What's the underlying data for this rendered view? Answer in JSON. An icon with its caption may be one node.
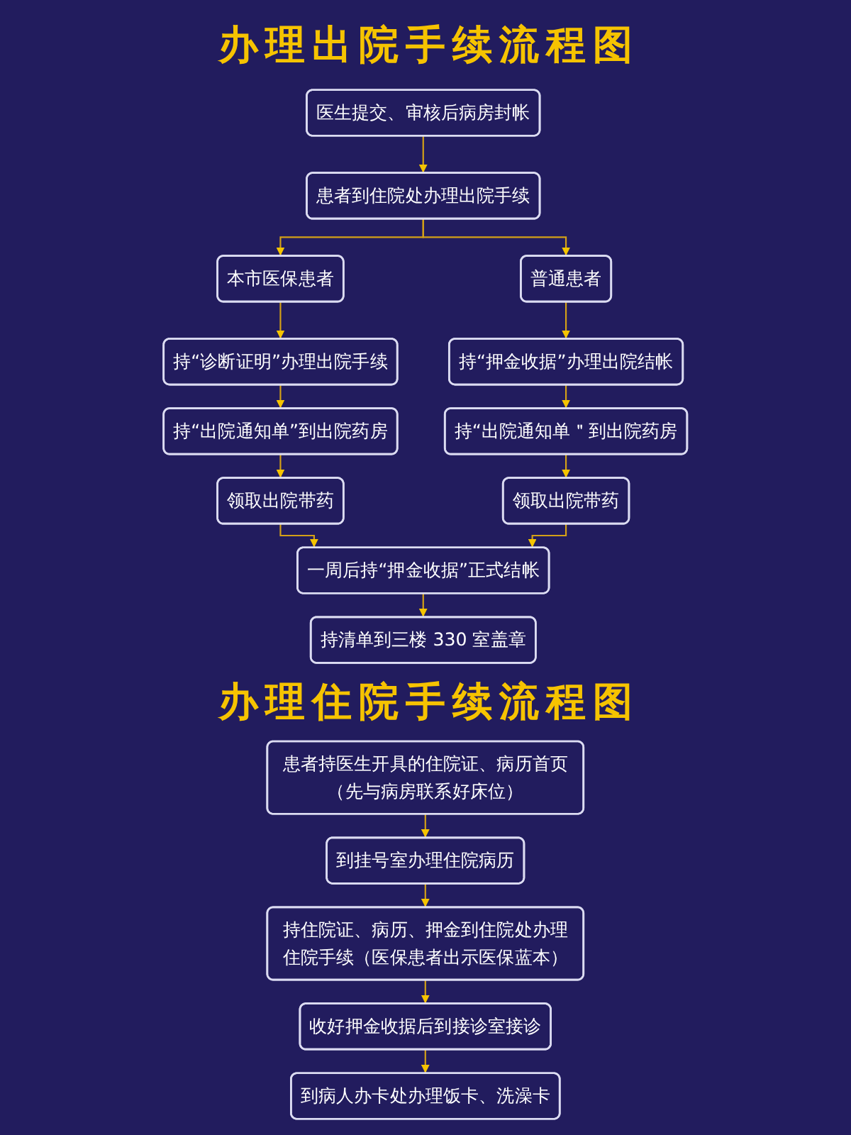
{
  "diagram": {
    "title": "办理出院手续流程图",
    "nodes": [
      {
        "text": [
          "医生提交、审核后病房封帐"
        ]
      },
      {
        "text": [
          "患者到住院处办理出院手续"
        ]
      },
      {
        "text": [
          "本市医保患者"
        ]
      },
      {
        "text": [
          "普通患者"
        ]
      },
      {
        "text": [
          "持“诊断证明”办理出院手续"
        ]
      },
      {
        "text": [
          "持“押金收据”办理出院结帐"
        ]
      },
      {
        "text": [
          "持“出院通知单”到出院药房"
        ]
      },
      {
        "text": [
          "持“出院通知单＂到出院药房"
        ]
      },
      {
        "text": [
          "领取出院带药"
        ]
      },
      {
        "text": [
          "领取出院带药"
        ]
      },
      {
        "text": [
          "一周后持“押金收据”正式结帐"
        ]
      },
      {
        "text": [
          "持清单到三楼 330 室盖章"
        ]
      },
      {
        "text": [
          "患者持医生开具的住院证、病历首页（先与病房联系好床位）"
        ]
      },
      {
        "text": [
          "到挂号室办理住院病历"
        ]
      },
      {
        "text": [
          "持住院证、病历、押金到住院处办理住院手续（医保患者出示医保蓝本）"
        ]
      },
      {
        "text": [
          "收好押金收据后到接诊室接诊"
        ]
      },
      {
        "text": [
          "到病人办卡处办理饭卡、洗澡卡"
        ]
      }
    ],
    "edges": [
      {
        "from": 0,
        "to": 1,
        "arrow": "to"
      },
      {
        "from": 1,
        "to": 2,
        "arrow": "to"
      },
      {
        "from": 1,
        "to": 3,
        "arrow": "to"
      },
      {
        "from": 2,
        "to": 4,
        "arrow": "to"
      },
      {
        "from": 3,
        "to": 5,
        "arrow": "to"
      },
      {
        "from": 4,
        "to": 6,
        "arrow": "to"
      },
      {
        "from": 5,
        "to": 7,
        "arrow": "to"
      },
      {
        "from": 6,
        "to": 8,
        "arrow": "to"
      },
      {
        "from": 7,
        "to": 9,
        "arrow": "to"
      },
      {
        "from": 8,
        "to": 10,
        "arrow": "to"
      },
      {
        "from": 9,
        "to": 10,
        "arrow": "to"
      },
      {
        "from": 10,
        "to": 11,
        "arrow": "to"
      },
      {
        "from": 12,
        "to": 13,
        "arrow": "to"
      },
      {
        "from": 13,
        "to": 14,
        "arrow": "to"
      },
      {
        "from": 14,
        "to": 15,
        "arrow": "to"
      },
      {
        "from": 15,
        "to": 16,
        "arrow": "to"
      }
    ],
    "labels": [
      "办理住院手续流程图"
    ]
  }
}
